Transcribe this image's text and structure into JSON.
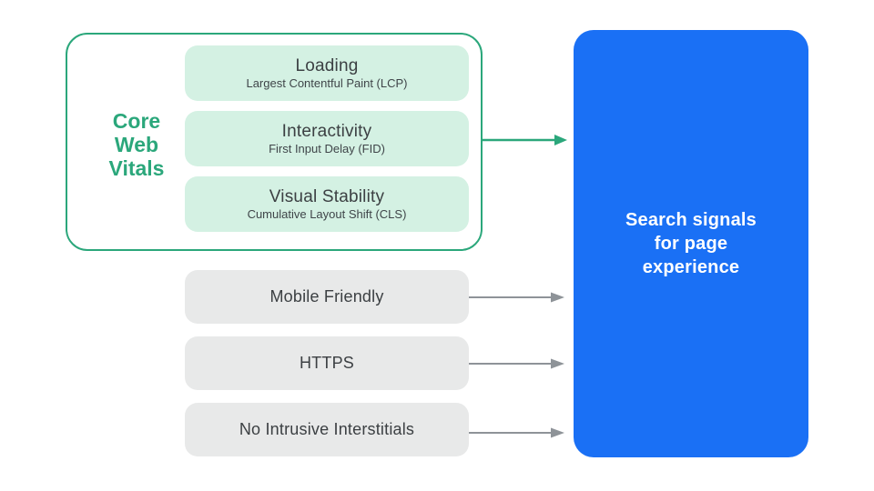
{
  "core_web_vitals": {
    "label_lines": [
      "Core",
      "Web",
      "Vitals"
    ],
    "metrics": [
      {
        "title": "Loading",
        "subtitle": "Largest Contentful Paint (LCP)"
      },
      {
        "title": "Interactivity",
        "subtitle": "First Input Delay (FID)"
      },
      {
        "title": "Visual Stability",
        "subtitle": "Cumulative Layout Shift (CLS)"
      }
    ]
  },
  "other_signals": [
    {
      "label": "Mobile Friendly"
    },
    {
      "label": "HTTPS"
    },
    {
      "label": "No Intrusive Interstitials"
    }
  ],
  "result": {
    "lines": [
      "Search signals",
      "for page",
      "experience"
    ]
  },
  "colors": {
    "accent_green": "#2BA77B",
    "mint_fill": "#D4F1E3",
    "gray_fill": "#E8E9E9",
    "blue_fill": "#1A70F5",
    "arrow_gray": "#8E9398",
    "text_dark": "#3C4043"
  }
}
